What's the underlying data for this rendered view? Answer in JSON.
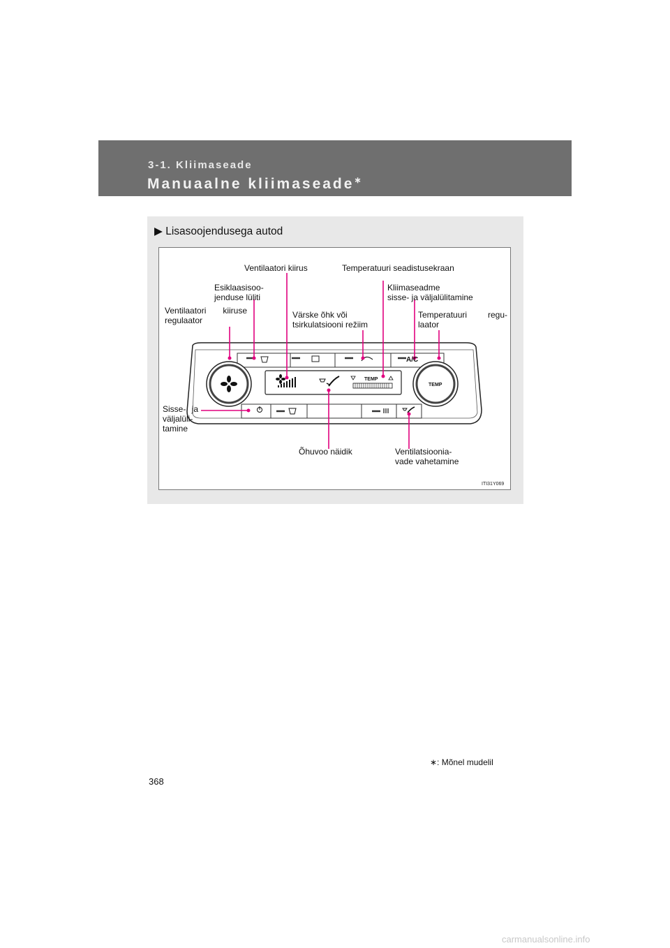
{
  "header": {
    "section": "3-1. Kliimaseade",
    "title": "Manuaalne kliimaseade",
    "title_mark": "∗"
  },
  "figure": {
    "title_arrow": "▶",
    "title": "Lisasoojendusega autod",
    "code": "ITI31Y069",
    "labels": {
      "fan_speed": "Ventilaatori kiirus",
      "temp_display": "Temperatuuri seadistusekraan",
      "defroster": "Esiklaasisoo-\njenduse lüliti",
      "ac_switch": "Kliimaseadme\nsisse- ja väljalülitamine",
      "fan_control": "Ventilaatori   kiiruse regulaator",
      "air_mode": "Värske õhk või\ntsirkulatsiooni režiim",
      "temp_control": "Temperatuuri    regu-laator",
      "on_off": "Sisse-   ja väljalüli-tamine",
      "airflow_indicator": "Õhuvoo näidik",
      "vent_mode": "Ventilatsioonia-\nvade vahetamine"
    },
    "panel": {
      "ac_label": "A/C",
      "temp_knob": "TEMP",
      "display_temp": "TEMP"
    }
  },
  "footnote": "∗: Mõnel mudelil",
  "page_number": "368",
  "watermark": "carmanualsonline.info",
  "colors": {
    "header_bg": "#6f6f6f",
    "figure_bg": "#e8e8e8",
    "leader": "#e1007f"
  }
}
